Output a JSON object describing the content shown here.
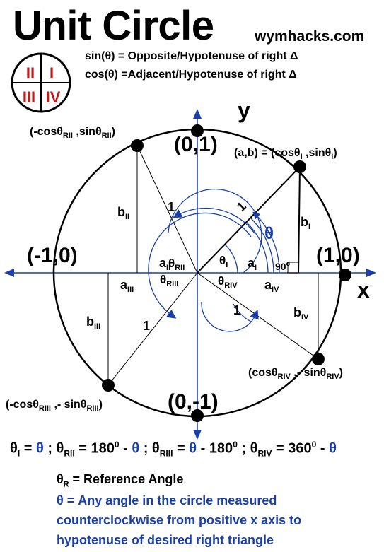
{
  "header": {
    "title": "Unit Circle",
    "website": "wymhacks.com",
    "sin_def": "sin(θ) = Opposite/Hypotenuse of right Δ",
    "cos_def": "cos(θ) =Adjacent/Hypotenuse of right Δ"
  },
  "quadrant_key": {
    "q1": "I",
    "q2": "II",
    "q3": "III",
    "q4": "IV"
  },
  "axes": {
    "x": "x",
    "y": "y"
  },
  "points": {
    "top": "(0,1)",
    "bottom": "(0,-1)",
    "left": "(-1,0)",
    "right": "(1,0)"
  },
  "coords": {
    "q1": "(a,b) = (cosθ",
    "q1_s1": "I",
    "q1_mid": " ,sinθ",
    "q1_s2": "I",
    "q1_end": ")",
    "q2": "(-cosθ",
    "q2_s1": "RII",
    "q2_mid": " ,sinθ",
    "q2_s2": "RII",
    "q2_end": ")",
    "q3": "(-cosθ",
    "q3_s1": "RIII",
    "q3_mid": " ,- sinθ",
    "q3_s2": "RIII",
    "q3_end": ")",
    "q4": "(cosθ",
    "q4_s1": "RIV",
    "q4_mid": " ,- sinθ",
    "q4_s2": "RIV",
    "q4_end": ")"
  },
  "labels": {
    "one": "1",
    "theta": "θ",
    "right_angle": "90",
    "deg": "o",
    "a": "a",
    "b": "b",
    "sub_I": "I",
    "sub_II": "II",
    "sub_III": "III",
    "sub_IV": "IV",
    "theta_sym": "θ",
    "sub_RII": "RII",
    "sub_RIII": "RIII",
    "sub_RIV": "RIV"
  },
  "formula": {
    "p1": "θ",
    "p1s": "I",
    "p2": " = ",
    "p3": "θ",
    "p4": " ; θ",
    "p4s": "RII",
    "p5": " = 180",
    "p5s": "0",
    "p6": " - ",
    "p7": "θ",
    "p8": " ; θ",
    "p8s": "RIII",
    "p9": " = ",
    "p10": "θ",
    "p11": " - 180",
    "p11s": "0",
    "p12": "  ; θ",
    "p12s": "RIV",
    "p13": " = 360",
    "p13s": "0",
    "p14": " - ",
    "p15": "θ"
  },
  "legend": {
    "line1": "θR = Reference Angle",
    "line1_a": "θ",
    "line1_s": "R",
    "line1_b": " = Reference Angle",
    "line2": "θ = Any angle in the circle measured",
    "line3": "counterclockwise from positive x axis to",
    "line4": "hypotenuse of desired right triangle"
  },
  "colors": {
    "blue": "#1a3fa8",
    "red": "#c01a1a",
    "black": "#000000"
  }
}
